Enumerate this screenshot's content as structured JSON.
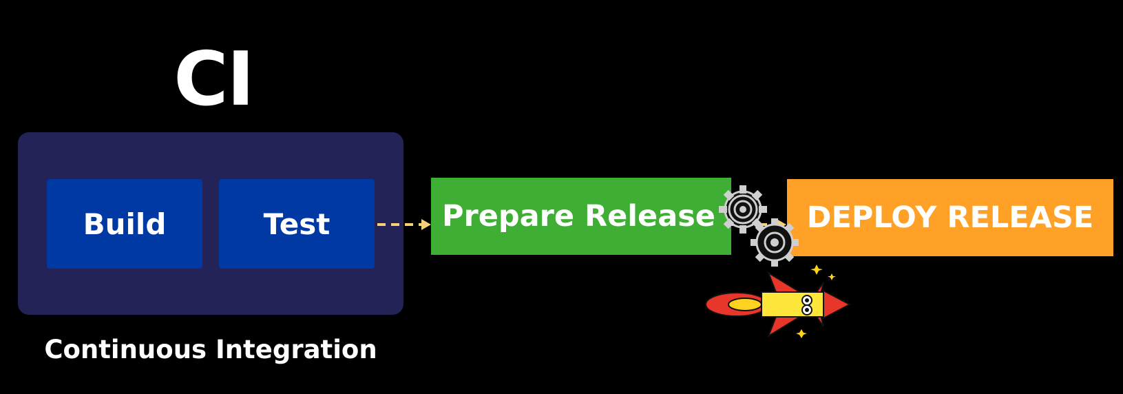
{
  "diagram": {
    "title": "CI",
    "caption": "Continuous Integration",
    "stages": {
      "build": "Build",
      "test": "Test",
      "prepare": "Prepare Release",
      "deploy": "DEPLOY RELEASE"
    },
    "colors": {
      "background": "#000000",
      "ci_container": "#232358",
      "ci_stage": "#0039a3",
      "prepare": "#3fae34",
      "deploy": "#ffa126",
      "arrow": "#f5d27a"
    },
    "icons": [
      "gear-icon",
      "rocket-icon",
      "sparkle-icon"
    ]
  }
}
